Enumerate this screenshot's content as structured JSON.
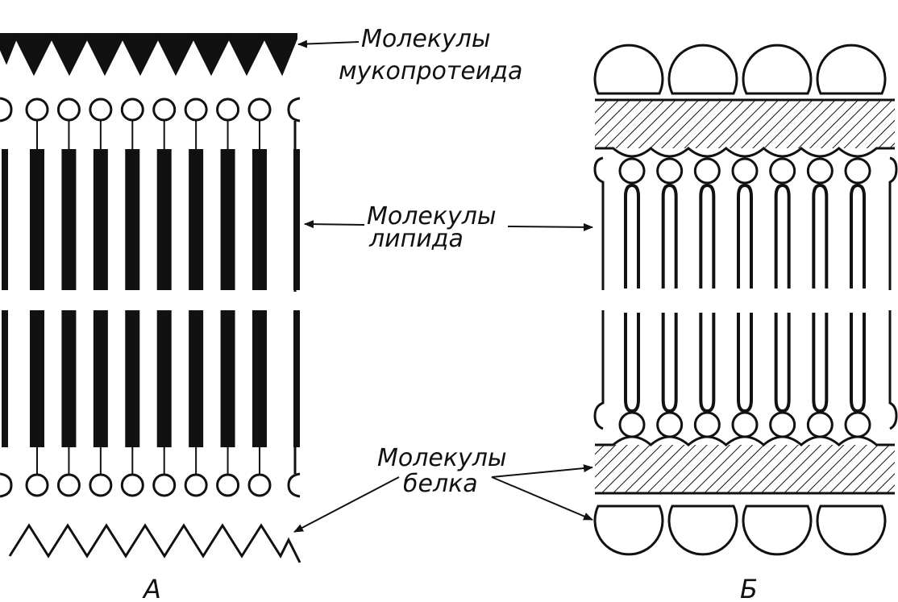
{
  "labels": {
    "mucoprotein": [
      "Молекулы",
      "мукопротеида"
    ],
    "lipid": [
      "Молекулы",
      "липида"
    ],
    "protein": [
      "Молекулы",
      "белка"
    ]
  },
  "captions": {
    "a": "А",
    "b": "Б"
  },
  "model_a": {
    "lipid_count_per_layer": 8
  },
  "model_b": {
    "lipid_count_per_layer": 7,
    "protein_globules_per_side": 4
  }
}
